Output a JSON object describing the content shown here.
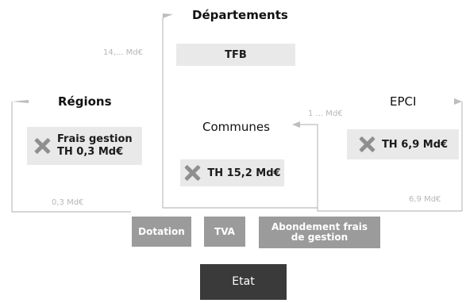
{
  "nodes": {
    "departements": "Départements",
    "regions": "Régions",
    "communes": "Communes",
    "epci": "EPCI"
  },
  "boxes": {
    "tfb": "TFB",
    "regions_line1": "Frais gestion",
    "regions_line2": "TH 0,3 Md€",
    "communes": "TH 15,2 Md€",
    "epci": "TH 6,9 Md€"
  },
  "flows": {
    "departements_amount": "14,... Md€",
    "communes_amount": "1 ... Md€",
    "epci_amount": "6,9 Md€",
    "regions_amount": "0,3 Md€"
  },
  "state": {
    "dotation": "Dotation",
    "tva": "TVA",
    "abondement_line1": "Abondement frais",
    "abondement_line2": "de gestion",
    "etat": "Etat"
  },
  "colors": {
    "line": "#bdbdbd",
    "chip": "#e9e9e9",
    "button": "#9b9b9b",
    "etat": "#3a3a3a",
    "icon": "#8f8f8f"
  }
}
